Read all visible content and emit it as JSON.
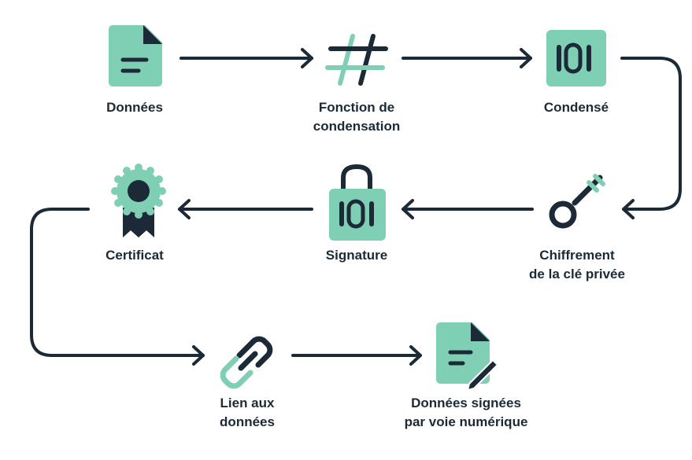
{
  "colors": {
    "teal": "#7fcfb5",
    "dark": "#1b2a36",
    "background": "#ffffff"
  },
  "nodes": [
    {
      "id": "data",
      "icon": "document-icon",
      "lines": [
        "Données"
      ]
    },
    {
      "id": "hash-function",
      "icon": "hash-icon",
      "lines": [
        "Fonction de",
        "condensation"
      ]
    },
    {
      "id": "digest",
      "icon": "binary-101-icon",
      "lines": [
        "Condensé"
      ]
    },
    {
      "id": "private-key-encryption",
      "icon": "key-icon",
      "lines": [
        "Chiffrement",
        "de la clé privée"
      ]
    },
    {
      "id": "signature",
      "icon": "padlock-101-icon",
      "lines": [
        "Signature"
      ]
    },
    {
      "id": "certificate",
      "icon": "certificate-badge-icon",
      "lines": [
        "Certificat"
      ]
    },
    {
      "id": "data-link",
      "icon": "chain-link-icon",
      "lines": [
        "Lien aux",
        "données"
      ]
    },
    {
      "id": "digitally-signed-data",
      "icon": "signed-document-icon",
      "lines": [
        "Données signées",
        "par voie numérique"
      ]
    }
  ]
}
